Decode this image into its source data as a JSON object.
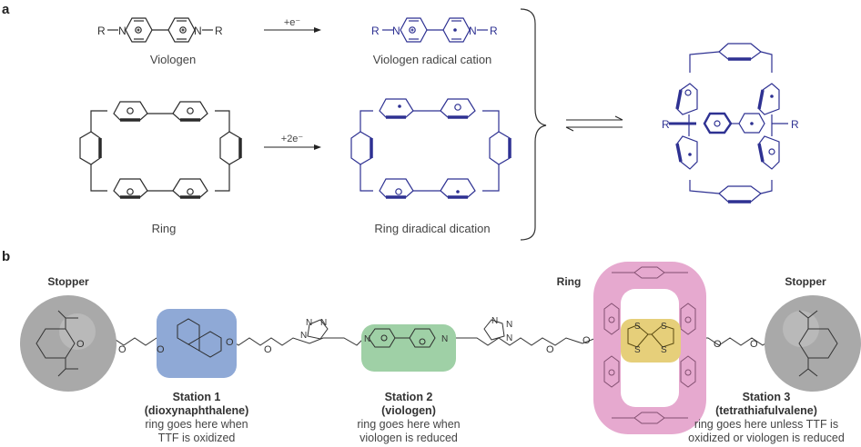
{
  "panel_a": {
    "label": "a",
    "viologen": {
      "caption": "Viologen",
      "r_left": "R",
      "r_right": "R",
      "n": "N"
    },
    "arrow1": {
      "label": "+e⁻"
    },
    "viologen_radical": {
      "caption": "Viologen radical cation"
    },
    "ring": {
      "caption": "Ring"
    },
    "arrow2": {
      "label": "+2e⁻"
    },
    "ring_diradical": {
      "caption": "Ring diradical dication"
    },
    "complex": {
      "r_left": "R",
      "r_right": "R"
    },
    "colors": {
      "neutral": "#2b2b2b",
      "reduced": "#2e3192"
    }
  },
  "panel_b": {
    "label": "b",
    "stopper_left": {
      "title": "Stopper"
    },
    "stopper_right": {
      "title": "Stopper"
    },
    "ring": {
      "title": "Ring"
    },
    "stations": [
      {
        "name": "Station 1",
        "subtitle": "(dioxynaphthalene)",
        "line1": "ring goes here when",
        "line2": "TTF is oxidized",
        "color": "#8fa9d6"
      },
      {
        "name": "Station 2",
        "subtitle": "(viologen)",
        "line1": "ring goes here when",
        "line2": "viologen is reduced",
        "color": "#9fd0a6"
      },
      {
        "name": "Station 3",
        "subtitle": "(tetrathiafulvalene)",
        "line1": "ring goes here unless TTF is",
        "line2": "oxidized or viologen is reduced",
        "color": "#e6cf7a"
      }
    ],
    "colors": {
      "stopper": "#a9a9a9",
      "ring": "#e6a9cf",
      "chain": "#333333"
    },
    "atoms": {
      "oxygen": "O",
      "nitrogen": "N",
      "sulfur": "S"
    }
  }
}
